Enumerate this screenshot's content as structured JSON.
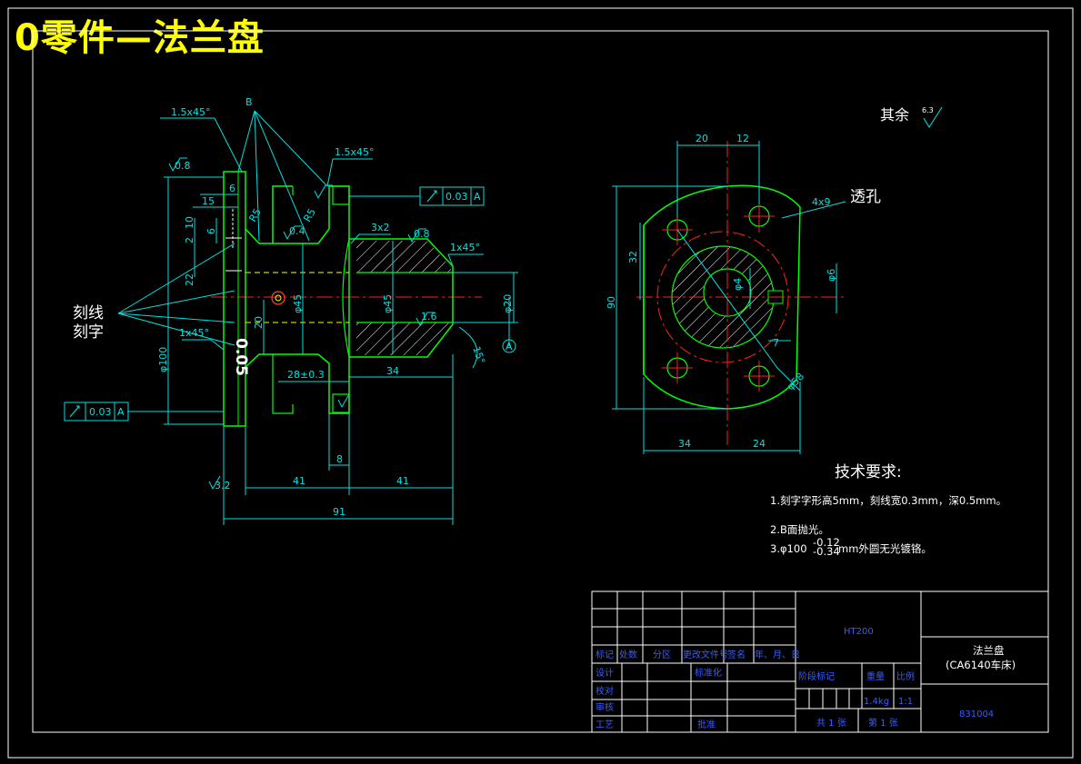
{
  "page_title": "0零件—法兰盘",
  "section_labels": {
    "datum_b": "B",
    "engrave_line": "刻线",
    "engrave_char": "刻字",
    "through_hole": "透孔",
    "remaining_prefix": "其余",
    "remaining_value": "6.3",
    "engraved_number": "0.05",
    "datum_a": "A"
  },
  "dims_left": {
    "chamfer_top_left": "1.5x45°",
    "chamfer_top_right": "1.5x45°",
    "d6": "6",
    "d15": "15",
    "d10": "10",
    "d2": "2",
    "d6b": "6",
    "d22": "22",
    "r5a": "R5",
    "r5b": "R5",
    "d3x2": "3x2",
    "d1x45a": "1x45°",
    "d1x45b": "1x45°",
    "phi45": "φ45",
    "phi45b": "φ45",
    "phi20": "φ20",
    "d20": "20",
    "phi100": "φ100",
    "d28": "28±0.3",
    "d34": "34",
    "d8": "8",
    "d41a": "41",
    "d41b": "41",
    "d91": "91",
    "d15deg": "15°",
    "tol_top_value": "0.03",
    "tol_top_datum": "A",
    "tol_bottom_value": "0.03",
    "tol_bottom_datum": "A",
    "datum_circle": "A",
    "rough_08": "0.8",
    "rough_04": "0.4",
    "rough_16": "1.6",
    "rough_32": "3.2"
  },
  "dims_right": {
    "d20": "20",
    "d12": "12",
    "d32": "32",
    "d90": "90",
    "d4x9": "4x9",
    "phi6": "φ6",
    "phi4": "φ4",
    "d7": "7",
    "phi58": "φ58",
    "d34": "34",
    "d24": "24"
  },
  "tech_requirements": {
    "heading": "技术要求:",
    "item1": "1.刻字字形高5mm，刻线宽0.3mm，深0.5mm。",
    "item2": "2.B面抛光。",
    "item3_prefix": "3.φ100",
    "item3_sup": "-0.12",
    "item3_sub": "-0.34",
    "item3_suffix": "mm外圆无光镀铬。"
  },
  "title_block": {
    "material": "HT200",
    "part_name": "法兰盘",
    "machine": "(CA6140车床)",
    "drawing_no": "831004",
    "weight": "1.4kg",
    "scale": "1:1",
    "sheets_total": "共 1 张",
    "sheet_no": "第 1 张",
    "col_mark": "标记",
    "col_qty": "处数",
    "col_zone": "分区",
    "col_doc": "更改文件号",
    "col_sign": "签名",
    "col_date": "年、月、日",
    "design": "设计",
    "standard": "标准化",
    "check": "校对",
    "review": "审核",
    "process": "工艺",
    "approve": "批准",
    "stage_mark": "阶段标记",
    "weight_label": "重量",
    "scale_label": "比例"
  }
}
